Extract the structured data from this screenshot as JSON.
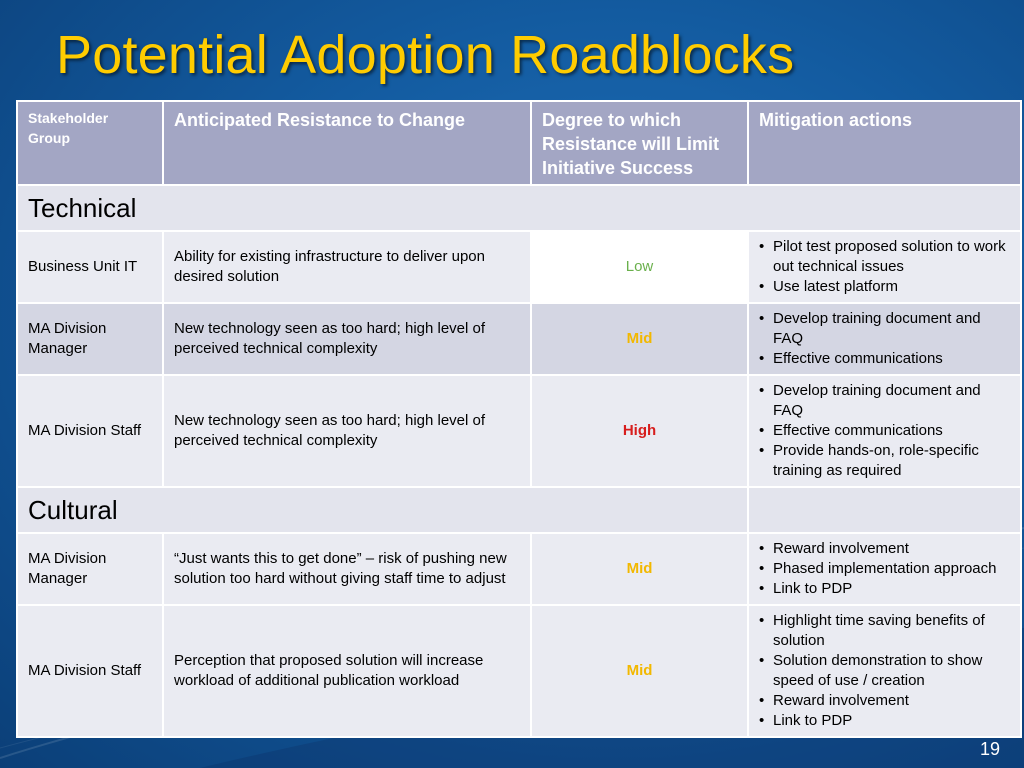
{
  "slide": {
    "title": "Potential Adoption Roadblocks",
    "page_number": "19"
  },
  "table": {
    "headers": [
      "Stakeholder Group",
      "Anticipated Resistance to Change",
      "Degree to which Resistance will Limit Initiative Success",
      "Mitigation actions"
    ],
    "sections": [
      {
        "name": "Technical",
        "rows": [
          {
            "group": "Business Unit IT",
            "resistance": "Ability for existing infrastructure to deliver upon desired solution",
            "degree": "Low",
            "actions": [
              "Pilot test proposed solution to work out technical issues",
              "Use latest platform"
            ]
          },
          {
            "group": "MA Division Manager",
            "resistance": "New technology seen as too hard; high level of perceived technical complexity",
            "degree": "Mid",
            "actions": [
              "Develop training document and FAQ",
              "Effective communications"
            ]
          },
          {
            "group": "MA Division Staff",
            "resistance": "New technology seen as too hard; high level of perceived technical complexity",
            "degree": "High",
            "actions": [
              "Develop training document and FAQ",
              "Effective communications",
              "Provide hands-on, role-specific training as required"
            ]
          }
        ]
      },
      {
        "name": "Cultural",
        "rows": [
          {
            "group": "MA Division Manager",
            "resistance": "“Just wants this to get done” – risk of pushing new solution too hard without giving staff time to adjust",
            "degree": "Mid",
            "actions": [
              "Reward involvement",
              "Phased implementation approach",
              "Link to PDP"
            ]
          },
          {
            "group": "MA Division Staff",
            "resistance": "Perception  that proposed solution will increase workload of additional publication workload",
            "degree": "Mid",
            "actions": [
              "Highlight time saving benefits of solution",
              "Solution demonstration to show speed of use / creation",
              "Reward involvement",
              "Link to PDP"
            ]
          }
        ]
      }
    ]
  },
  "colors": {
    "title": "#ffcc00",
    "header_bg": "#a3a6c4",
    "low": "#6ab04c",
    "mid": "#f2b800",
    "high": "#d71d1d"
  }
}
